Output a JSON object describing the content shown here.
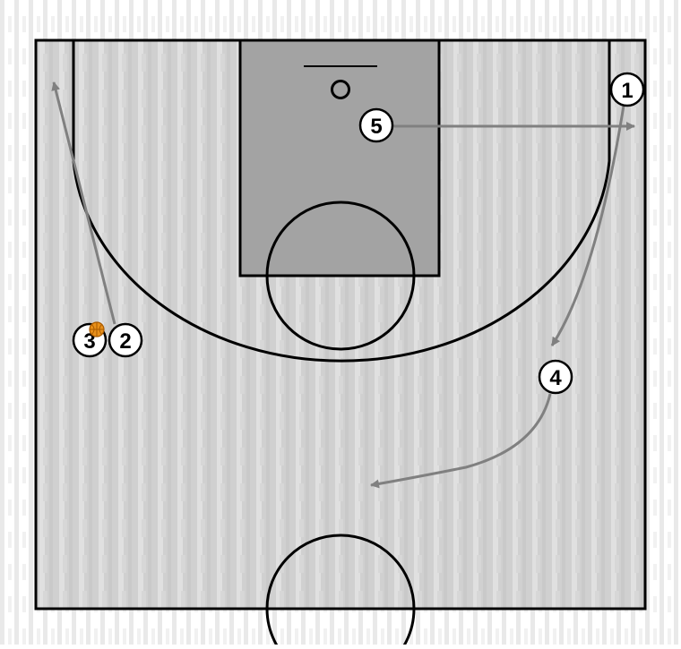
{
  "play": {
    "players": [
      {
        "number": "1"
      },
      {
        "number": "2"
      },
      {
        "number": "3"
      },
      {
        "number": "4"
      },
      {
        "number": "5"
      }
    ],
    "ball_holder": "3"
  },
  "colors": {
    "court_background": "#c9c9c9",
    "court_stripe_light": "#d8d8d8",
    "paint": "#a9a9a9",
    "lines": "#000000",
    "movement_arrows": "#808080",
    "player_fill": "#ffffff",
    "ball": "#e8901a"
  },
  "icons": {
    "player_marker": "circle-number-icon",
    "ball": "basketball-icon",
    "hoop": "hoop-icon"
  }
}
